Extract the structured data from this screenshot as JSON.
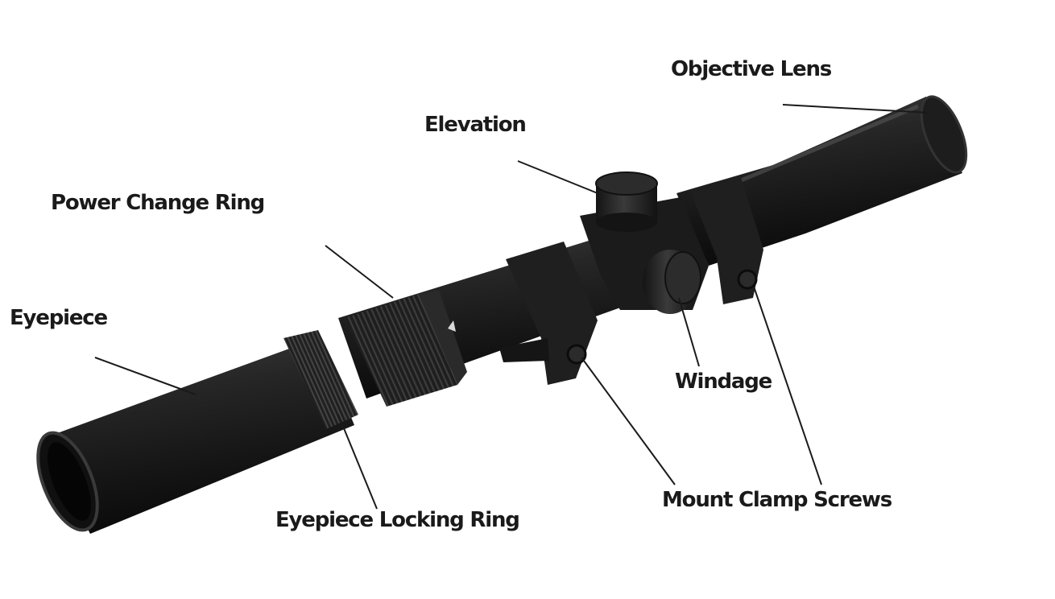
{
  "labels": {
    "objective_lens": "Objective Lens",
    "elevation": "Elevation",
    "power_change_ring": "Power Change Ring",
    "eyepiece": "Eyepiece",
    "windage": "Windage",
    "mount_clamp_screws": "Mount Clamp Screws",
    "eyepiece_locking_ring": "Eyepiece Locking Ring"
  },
  "colors": {
    "body": "#1c1c1c",
    "highlight": "#4a4a4a",
    "leader_line": "#1a1a1a",
    "label_text": "#1a1a1a"
  }
}
